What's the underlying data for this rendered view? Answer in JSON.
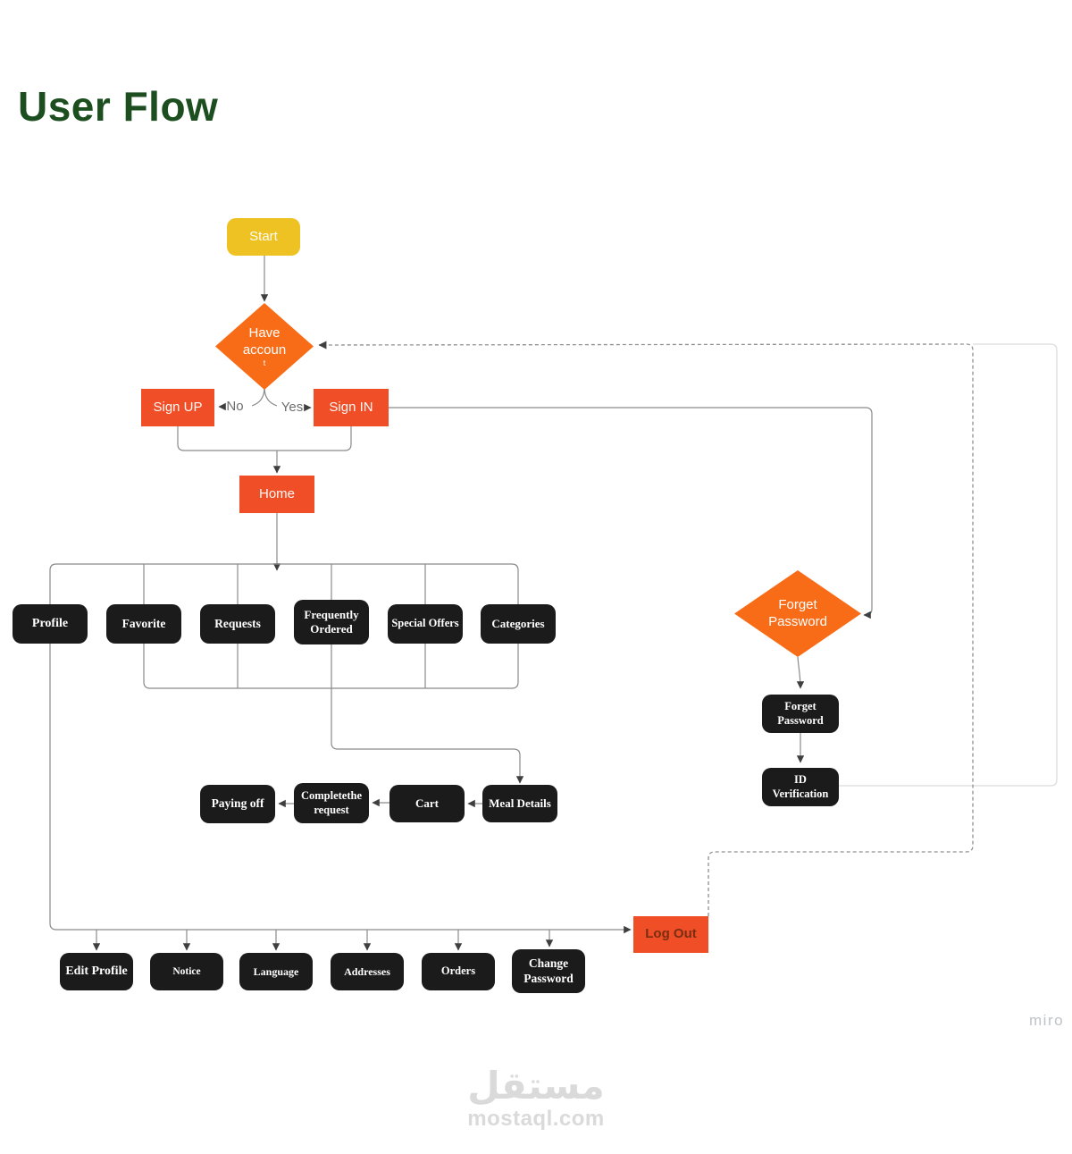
{
  "title": "User Flow",
  "decision_labels": {
    "no": "No",
    "yes": "Yes"
  },
  "nodes": {
    "start": "Start",
    "have_account": {
      "label": "Have accoun",
      "sub": "t"
    },
    "sign_up": "Sign UP",
    "sign_in": "Sign IN",
    "home": "Home",
    "profile": "Profile",
    "favorite": "Favorite",
    "requests": "Requests",
    "frequently_ordered": "Frequently Ordered",
    "special_offers": "Special Offers",
    "categories": "Categories",
    "forget_password_decision": "Forget Password",
    "forget_password": "Forget Password",
    "id_verification": "ID Verification",
    "meal_details": "Meal Details",
    "cart": "Cart",
    "complete_request": "Completethe request",
    "paying_off": "Paying off",
    "log_out": "Log Out",
    "edit_profile": "Edit Profile",
    "notice": "Notice",
    "language": "Language",
    "addresses": "Addresses",
    "orders": "Orders",
    "change_password": "Change Password"
  },
  "brand": {
    "miro": "miro",
    "watermark_arabic": "مستقل",
    "watermark_domain": "mostaql.com"
  },
  "colors": {
    "title_green": "#1c4e20",
    "start_yellow": "#eec223",
    "diamond_orange": "#f96c17",
    "action_vermilion": "#ef4e26",
    "node_black": "#1b1b1b",
    "wire_gray": "#8a8a8a",
    "wire_pale": "#dcdcdc",
    "arrow_dark": "#3f3f3f",
    "logout_text": "#7b2d12",
    "watermark_gray": "#dadada"
  }
}
